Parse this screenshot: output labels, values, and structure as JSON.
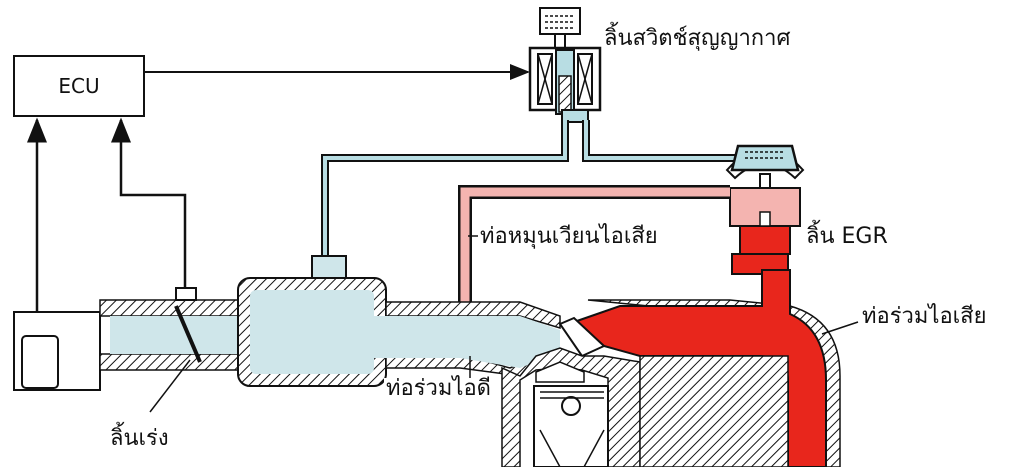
{
  "labels": {
    "ecu": "ECU",
    "vsv": "ลิ้นสวิตช์สุญญากาศ",
    "egr_pipe": "ท่อหมุนเวียนไอเสีย",
    "egr_valve": "ลิ้น EGR",
    "exhaust_manifold": "ท่อร่วมไอเสีย",
    "intake_manifold": "ท่อร่วมไอดี",
    "throttle": "ลิ้นเร่ง"
  },
  "colors": {
    "intake": "#cfe6ea",
    "exhaust": "#e8261c",
    "egr_pipe": "#f4b4b0",
    "vacuum_line": "#b8dde3",
    "outline": "#111111"
  }
}
